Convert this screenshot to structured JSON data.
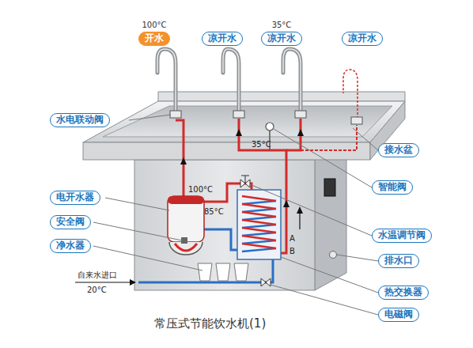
{
  "diagram": {
    "caption": "常压式节能饮水机(1)",
    "nodes": [
      {
        "text": [
          "100°C",
          "开水"
        ]
      },
      {
        "text": [
          "凉开水"
        ]
      },
      {
        "text": [
          "35°C",
          "凉开水"
        ]
      },
      {
        "text": [
          "凉开水"
        ]
      },
      {
        "text": [
          "水电联动阀"
        ]
      },
      {
        "text": [
          "电开水器"
        ]
      },
      {
        "text": [
          "安全阀"
        ]
      },
      {
        "text": [
          "净水器"
        ]
      },
      {
        "text": [
          "接水盆"
        ]
      },
      {
        "text": [
          "智能阀"
        ]
      },
      {
        "text": [
          "水温调节阀"
        ]
      },
      {
        "text": [
          "排水口"
        ]
      },
      {
        "text": [
          "热交换器"
        ]
      },
      {
        "text": [
          "电磁阀"
        ]
      }
    ],
    "labels": [
      "100°C",
      "85°C",
      "35°C",
      "A",
      "B",
      "自来水进口",
      "20°C"
    ]
  }
}
